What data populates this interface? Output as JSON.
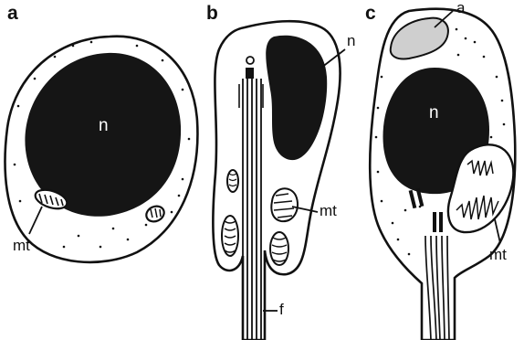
{
  "panels": [
    {
      "letter": "a",
      "nucleus_label": "n",
      "callouts": [
        "mt"
      ]
    },
    {
      "letter": "b",
      "nucleus_label": "",
      "callouts": [
        "n",
        "mt",
        "f"
      ]
    },
    {
      "letter": "c",
      "nucleus_label": "n",
      "callouts": [
        "a",
        "mt"
      ]
    }
  ],
  "colors": {
    "ink": "#111111",
    "cytoplasm": "#ffffff",
    "nucleus": "#151515",
    "acrosome": "#cfcfcf"
  }
}
